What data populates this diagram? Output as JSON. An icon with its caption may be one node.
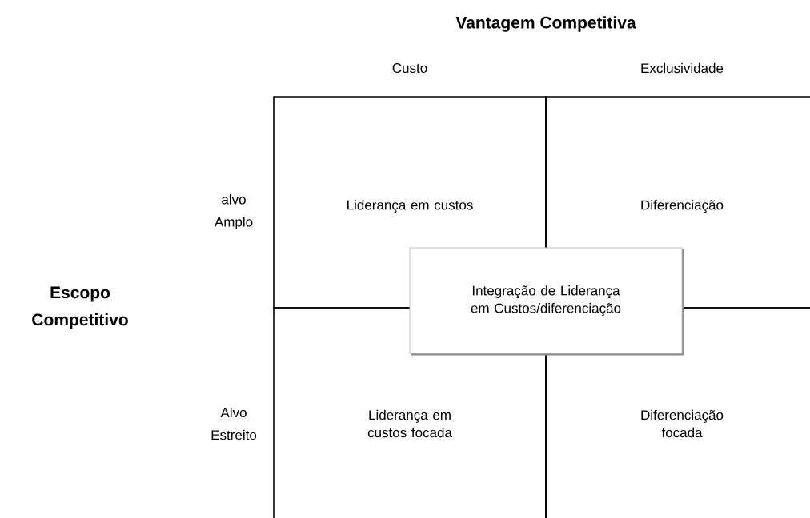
{
  "diagram": {
    "title": "Vantagem Competitiva",
    "nodes": [
      {
        "text": [
          "Liderança em custos"
        ]
      },
      {
        "text": [
          "Diferenciação"
        ]
      },
      {
        "text": [
          "Liderança em custos focada"
        ]
      },
      {
        "text": [
          "Diferenciação focada"
        ]
      },
      {
        "text": [
          "Integração de Liderança em Custos/diferenciação"
        ]
      }
    ],
    "labels": [
      "Custo",
      "Exclusividade",
      "alvo Amplo",
      "Escopo Competitivo",
      "Alvo Estreito"
    ]
  }
}
